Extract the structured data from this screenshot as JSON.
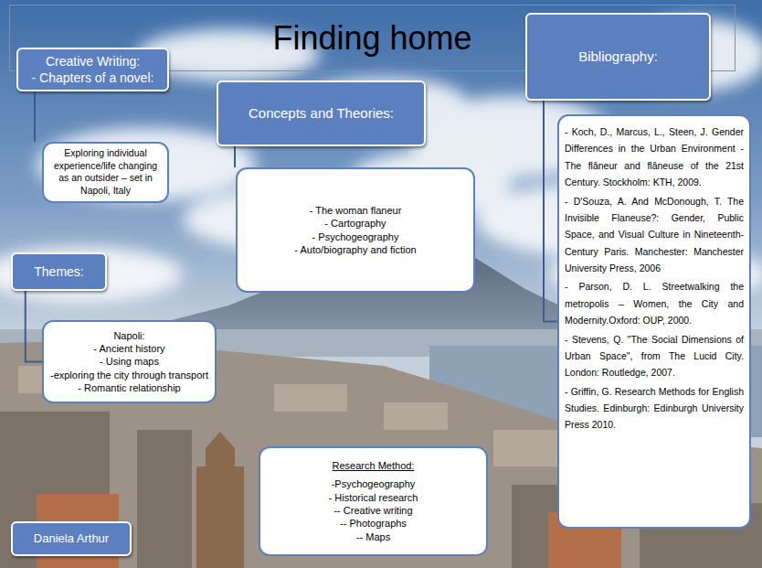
{
  "diagram": {
    "title": "Finding home",
    "nodes": [
      {
        "text": [
          "Creative Writing:",
          "- Chapters of a novel:"
        ]
      },
      {
        "text": [
          "Concepts and Theories:"
        ]
      },
      {
        "text": [
          "Bibliography:"
        ]
      },
      {
        "text": [
          "Exploring individual experience/life changing as an outsider – set in Napoli, Italy"
        ]
      },
      {
        "text": [
          "- The woman flaneur",
          "- Cartography",
          "- Psychogeography",
          "- Auto/biography and fiction"
        ]
      },
      {
        "text": [
          "- Koch, D., Marcus, L., Steen, J. Gender Differences in the Urban Environment - The flâneur and flâneuse of the 21st Century. Stockholm: KTH, 2009.",
          "- D'Souza, A. And McDonough, T. The Invisible Flaneuse?: Gender, Public Space, and Visual Culture in Nineteenth-Century Paris. Manchester: Manchester University Press, 2006",
          "- Parson, D. L. Streetwalking the metropolis – Women, the City and Modernity.Oxford: OUP, 2000.",
          "- Stevens, Q. \"The Social Dimensions of Urban Space\", from The Lucid City. London: Routledge, 2007.",
          "- Griffin, G. Research Methods for English Studies. Edinburgh: Edinburgh University Press 2010."
        ]
      },
      {
        "text": [
          "Themes:"
        ]
      },
      {
        "text": [
          "Napoli:",
          "- Ancient history",
          "- Using maps",
          "-exploring the city through transport",
          "- Romantic relationship"
        ]
      },
      {
        "text": [
          "Research Method:",
          "-Psychogeography",
          "- Historical research",
          "-- Creative writing",
          "-- Photographs",
          "-- Maps"
        ]
      },
      {
        "text": [
          "Daniela Arthur"
        ]
      }
    ],
    "edges": [
      {
        "from": 0,
        "to": 3,
        "arrow": "none"
      },
      {
        "from": 1,
        "to": 4,
        "arrow": "none"
      },
      {
        "from": 2,
        "to": 5,
        "arrow": "none"
      },
      {
        "from": 6,
        "to": 7,
        "arrow": "none"
      }
    ]
  }
}
